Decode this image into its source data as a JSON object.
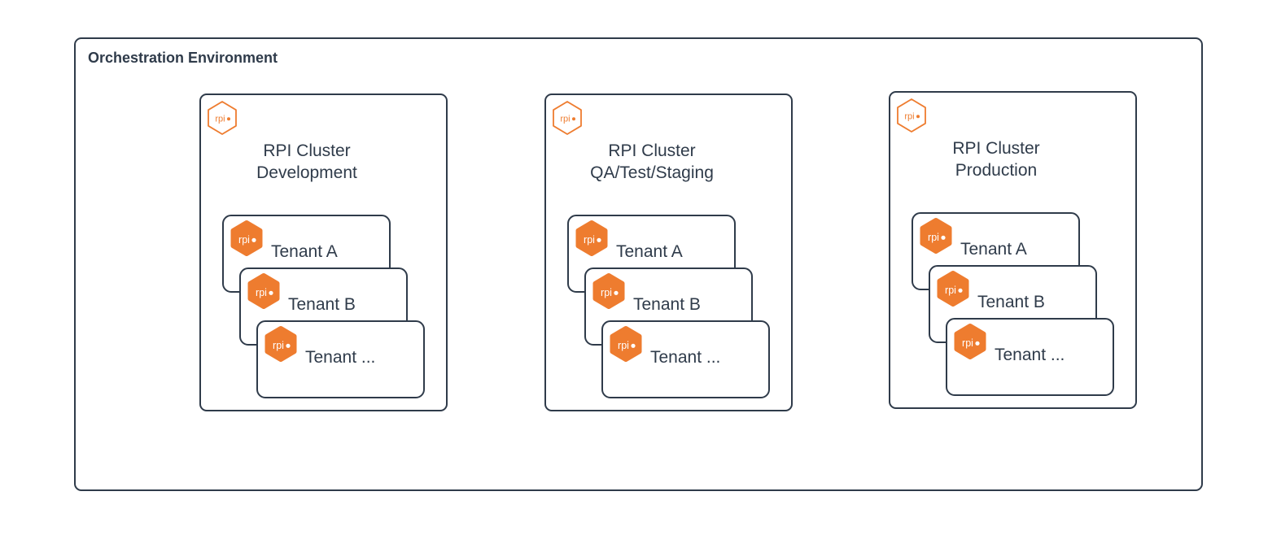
{
  "diagram": {
    "title": "Orchestration Environment",
    "icon_label": "rpi",
    "colors": {
      "accent_orange": "#ee7c2f",
      "outline_dark": "#2f3b4a",
      "background": "#ffffff"
    },
    "clusters": [
      {
        "title_line1": "RPI Cluster",
        "title_line2": "Development",
        "tenants": [
          "Tenant A",
          "Tenant B",
          "Tenant ..."
        ]
      },
      {
        "title_line1": "RPI Cluster",
        "title_line2": "QA/Test/Staging",
        "tenants": [
          "Tenant A",
          "Tenant B",
          "Tenant ..."
        ]
      },
      {
        "title_line1": "RPI Cluster",
        "title_line2": "Production",
        "tenants": [
          "Tenant A",
          "Tenant B",
          "Tenant ..."
        ]
      }
    ]
  }
}
